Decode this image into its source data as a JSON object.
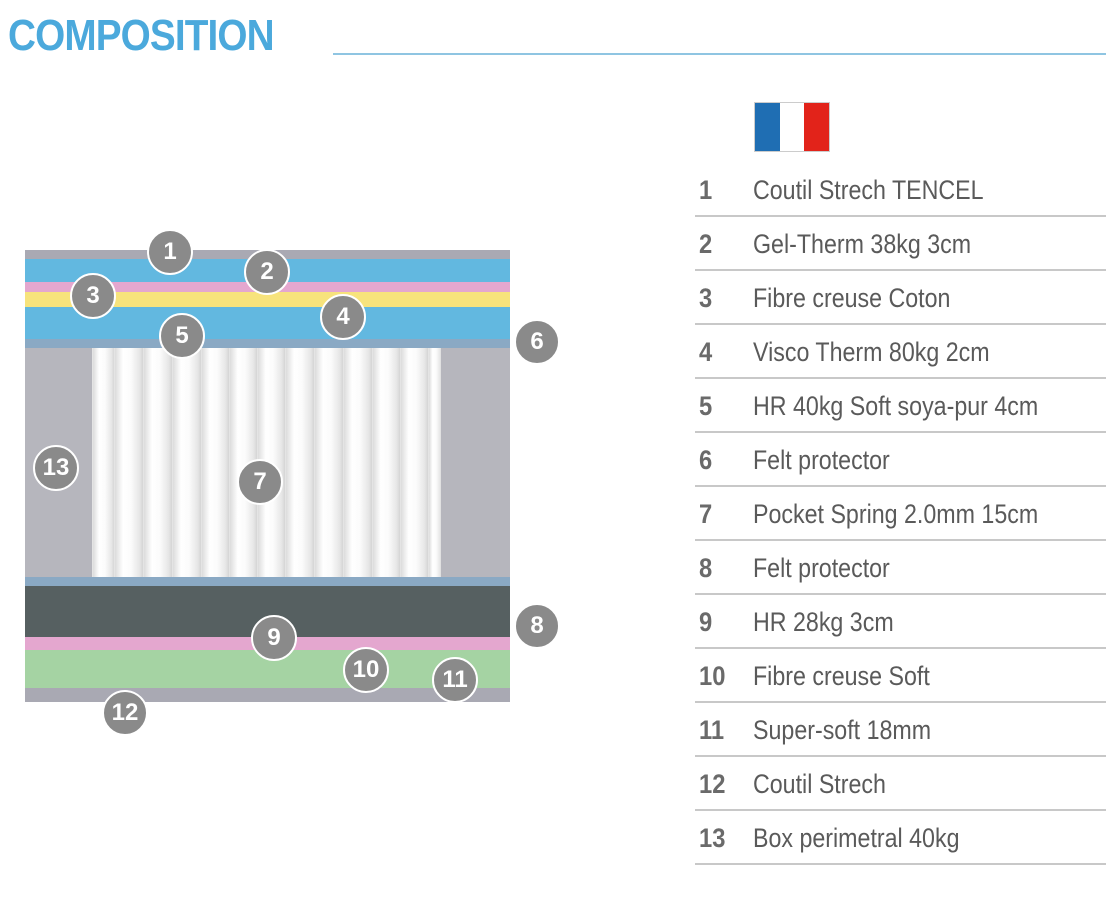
{
  "title": "COMPOSITION",
  "colors": {
    "title": "#4ba9dc",
    "badge": "#8a8a8a",
    "layer_ticking": "#a9a9b3",
    "layer_gel": "#62b8e0",
    "layer_fibre": "#e4a7cf",
    "layer_visco": "#f7e37c",
    "layer_felt": "#8aa9c4",
    "layer_perimeter": "#b6b6bd",
    "layer_dark_foam": "#566061",
    "layer_soft": "#a5d3a3"
  },
  "flag": {
    "icon": "france-flag-icon",
    "colors": [
      "#1f6eb3",
      "#ffffff",
      "#e2231a"
    ]
  },
  "diagram": {
    "badges": [
      "1",
      "2",
      "3",
      "4",
      "5",
      "6",
      "7",
      "8",
      "9",
      "10",
      "11",
      "12",
      "13"
    ]
  },
  "legend": [
    {
      "num": "1",
      "label": "Coutil Strech TENCEL"
    },
    {
      "num": "2",
      "label": "Gel-Therm 38kg 3cm"
    },
    {
      "num": "3",
      "label": "Fibre creuse Coton"
    },
    {
      "num": "4",
      "label": "Visco Therm 80kg 2cm"
    },
    {
      "num": "5",
      "label": "HR 40kg Soft soya-pur 4cm"
    },
    {
      "num": "6",
      "label": "Felt protector"
    },
    {
      "num": "7",
      "label": "Pocket Spring 2.0mm 15cm"
    },
    {
      "num": "8",
      "label": "Felt protector"
    },
    {
      "num": "9",
      "label": "HR 28kg 3cm"
    },
    {
      "num": "10",
      "label": "Fibre creuse Soft"
    },
    {
      "num": "11",
      "label": "Super-soft 18mm"
    },
    {
      "num": "12",
      "label": "Coutil Strech"
    },
    {
      "num": "13",
      "label": "Box perimetral 40kg"
    }
  ]
}
